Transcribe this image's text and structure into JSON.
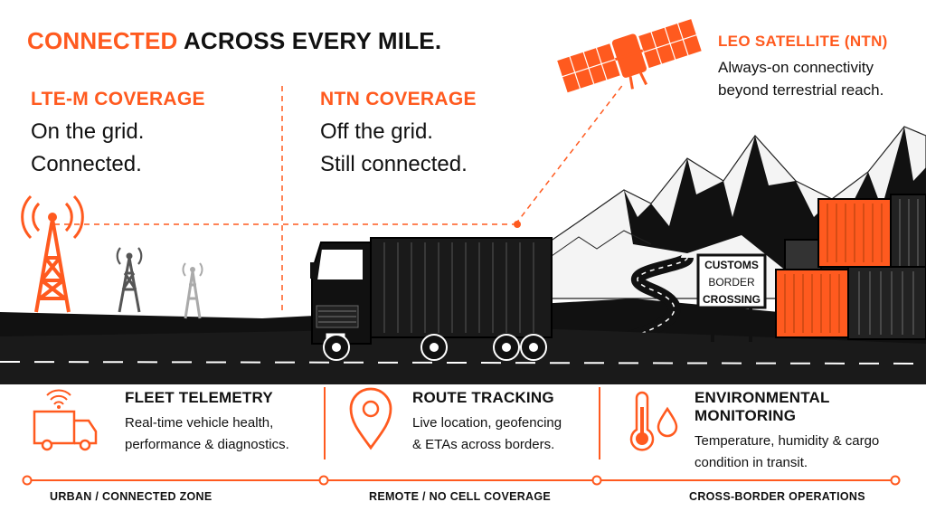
{
  "headline": {
    "accent": "CONNECTED",
    "rest": " ACROSS EVERY MILE."
  },
  "lte": {
    "title": "LTE-M COVERAGE",
    "line1": "On the grid.",
    "line2": "Connected."
  },
  "ntn": {
    "title": "NTN COVERAGE",
    "line1": "Off the grid.",
    "line2": "Still connected."
  },
  "satellite": {
    "title": "LEO SATELLITE (NTN)",
    "line1": "Always-on connectivity",
    "line2": "beyond terrestrial reach."
  },
  "sign": {
    "line1": "CUSTOMS",
    "line2": "BORDER",
    "line3": "CROSSING"
  },
  "features": [
    {
      "icon": "delivery-truck-wifi-icon",
      "title": "FLEET TELEMETRY",
      "line1": "Real-time vehicle health,",
      "line2": "performance & diagnostics."
    },
    {
      "icon": "location-pin-icon",
      "title": "ROUTE TRACKING",
      "line1": "Live location, geofencing",
      "line2": "& ETAs across borders."
    },
    {
      "icon": "thermometer-droplet-icon",
      "title": "ENVIRONMENTAL MONITORING",
      "line1": "Temperature, humidity & cargo",
      "line2": "condition in transit."
    }
  ],
  "zones": [
    "URBAN / CONNECTED ZONE",
    "REMOTE / NO CELL COVERAGE",
    "CROSS-BORDER OPERATIONS"
  ],
  "colors": {
    "accent": "#ff5a1f",
    "ink": "#111111",
    "gray_tower": "#555555",
    "light_tower": "#aaaaaa"
  }
}
